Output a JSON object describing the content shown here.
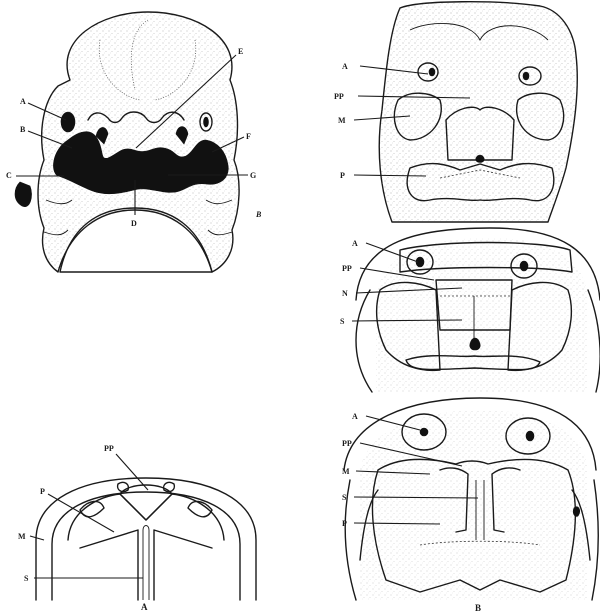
{
  "panels": {
    "top_left": {
      "labels": {
        "A": "A",
        "B": "B",
        "C": "C",
        "D": "D",
        "E": "E",
        "F": "F",
        "G": "G"
      },
      "corner_mark": "B"
    },
    "top_right": {
      "labels": {
        "A": "A",
        "PP": "PP",
        "M": "M",
        "P": "P"
      }
    },
    "mid_right": {
      "labels": {
        "A": "A",
        "PP": "PP",
        "N": "N",
        "S": "S"
      }
    },
    "bottom_left": {
      "labels": {
        "PP": "PP",
        "P": "P",
        "M": "M",
        "S": "S"
      },
      "caption": "A"
    },
    "bottom_right": {
      "labels": {
        "A": "A",
        "PP": "PP",
        "M": "M",
        "S": "S",
        "P": "P"
      },
      "caption": "B"
    }
  }
}
